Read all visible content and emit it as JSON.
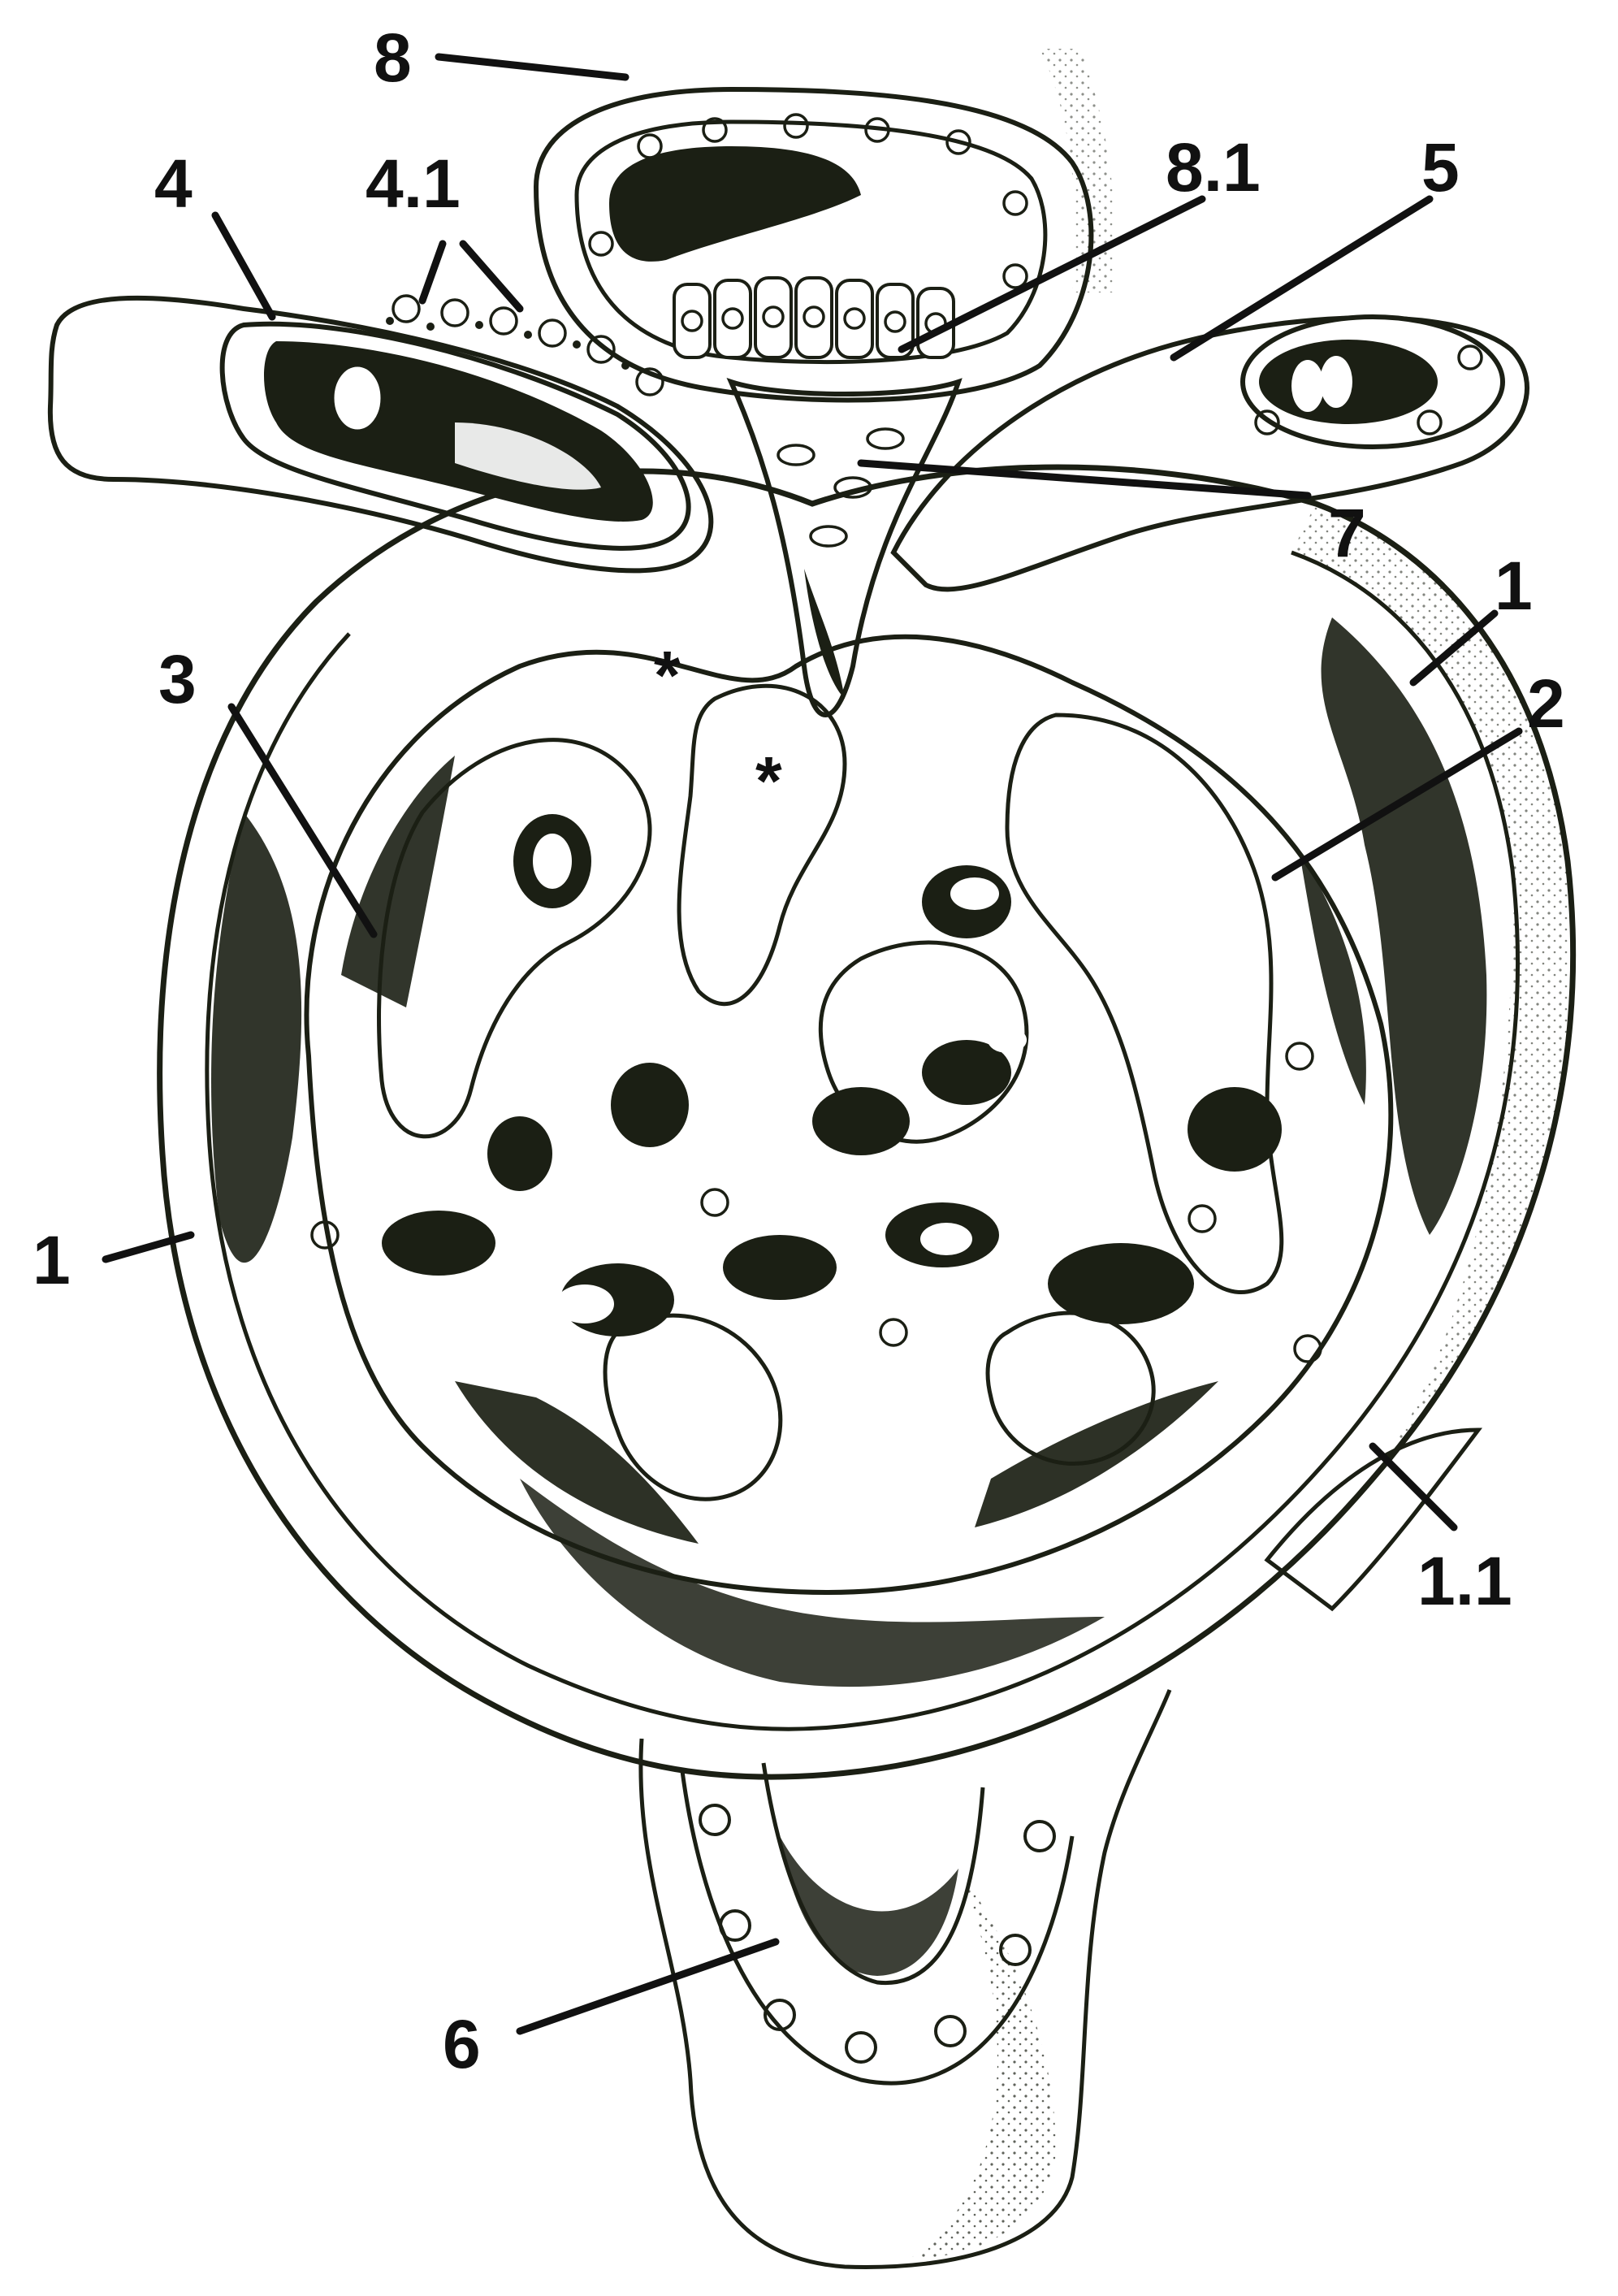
{
  "figure": {
    "ink_color": "#1b1f14",
    "paper_color": "#ffffff",
    "labels": [
      "8",
      "8.1",
      "4",
      "4.1",
      "5",
      "7",
      "1",
      "2",
      "3",
      "1",
      "1.1",
      "6"
    ],
    "markers": [
      "*",
      "*"
    ]
  }
}
